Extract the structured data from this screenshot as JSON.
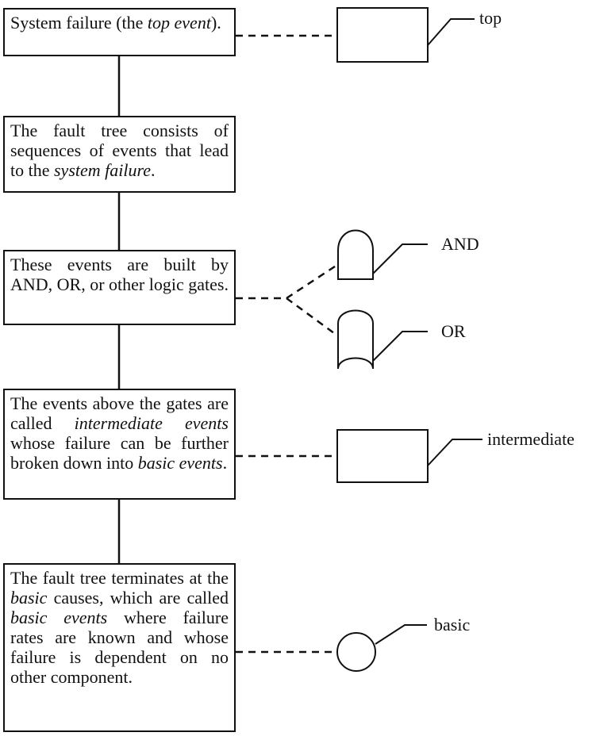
{
  "steps": [
    {
      "id": "system-failure",
      "segments": [
        {
          "text": "System failure (the "
        },
        {
          "text": "top event",
          "em": true
        },
        {
          "text": ")."
        }
      ]
    },
    {
      "id": "fault-tree",
      "segments": [
        {
          "text": "The fault tree consists of sequences of events that lead to the "
        },
        {
          "text": "system failure",
          "em": true
        },
        {
          "text": "."
        }
      ]
    },
    {
      "id": "logic-gates",
      "segments": [
        {
          "text": "These events are built by AND, OR, or other logic gates."
        }
      ]
    },
    {
      "id": "intermediate-events",
      "segments": [
        {
          "text": "The events above the gates are called "
        },
        {
          "text": "intermedi­ate events",
          "em": true
        },
        {
          "text": " whose failure can be further broken down into "
        },
        {
          "text": "basic events",
          "em": true
        },
        {
          "text": "."
        }
      ]
    },
    {
      "id": "basic-events",
      "segments": [
        {
          "text": "The fault tree terminates at the "
        },
        {
          "text": "basic",
          "em": true
        },
        {
          "text": " causes, which are called "
        },
        {
          "text": "basic events",
          "em": true
        },
        {
          "text": " where failure rates are known and whose failure is dependent on no other component."
        }
      ]
    }
  ],
  "symbols": {
    "top": "top",
    "and_gate": "AND",
    "or_gate": "OR",
    "intermediate": "intermediate",
    "basic": "basic"
  }
}
